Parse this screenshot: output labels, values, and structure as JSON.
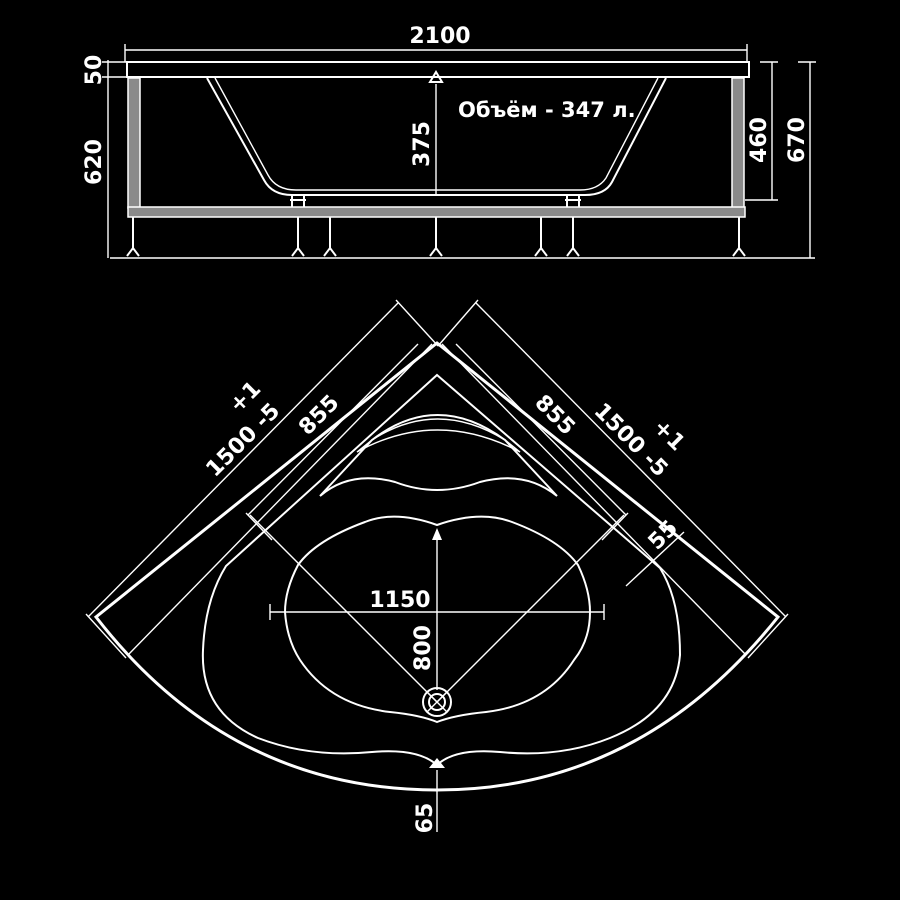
{
  "volume_label": "Объём - 347 л.",
  "dimensions": {
    "length": "2100",
    "rim_height": "50",
    "leg_height": "620",
    "depth": "375",
    "inner_height": "460",
    "total_height": "670",
    "side_tolerance_left": "1500 -5",
    "tol_plus_left": "+1",
    "side_tolerance_right": "1500 -5",
    "tol_plus_right": "+1",
    "inner_side_left": "855",
    "inner_side_right": "855",
    "rim_offset": "55",
    "bowl_width": "1150",
    "bowl_depth": "800",
    "front_offset": "65"
  },
  "colors": {
    "background": "#000000",
    "line": "#ffffff",
    "frame": "#8a8a8a"
  }
}
